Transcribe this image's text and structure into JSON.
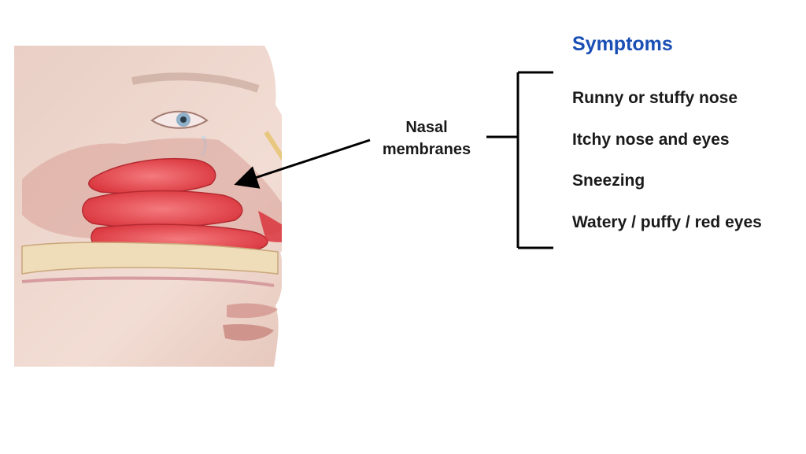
{
  "structure_label": {
    "line1": "Nasal",
    "line2": "membranes"
  },
  "symptoms": {
    "title": "Symptoms",
    "items": [
      "Runny or stuffy nose",
      "Itchy nose and eyes",
      "Sneezing",
      "Watery / puffy / red eyes"
    ]
  },
  "colors": {
    "title": "#1a4fb5",
    "text": "#1a1a1a",
    "tissue": "#e8454c",
    "skin": "#f2ddd4"
  }
}
